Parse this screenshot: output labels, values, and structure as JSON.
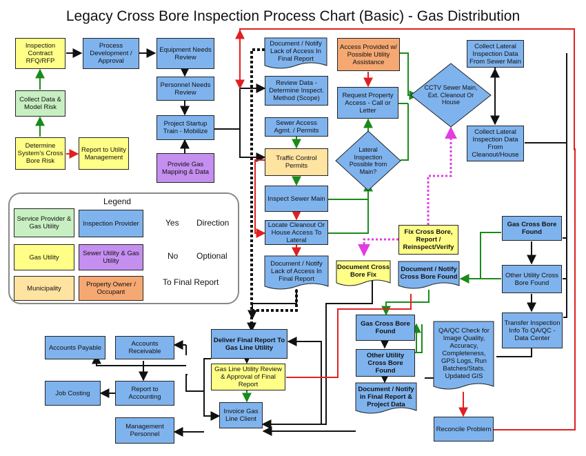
{
  "title": "Legacy Cross Bore Inspection Process Chart (Basic) - Gas Distribution",
  "nodes": {
    "inspection_contract": "Inspection Contract RFQ/RFP",
    "process_development": "Process Development / Approval",
    "equipment_needs": "Equipment Needs Review",
    "personnel_needs": "Personnel Needs Review",
    "project_startup": "Project Startup Train - Mobilize",
    "provide_gas_mapping": "Provide Gas Mapping & Data",
    "collect_data_model": "Collect Data & Model Risk",
    "determine_risk": "Determine System's Cross Bore Risk",
    "report_utility_mgmt": "Report to Utility Management",
    "doc_lack_access_top": "Document / Notify Lack of Access In Final Report",
    "access_provided": "Access Provided w/ Possible Utility Assistance",
    "review_data": "Review Data - Determine Inspect. Method (Scope)",
    "request_property": "Request Property Access - Call or Letter",
    "sewer_access": "Sewer Access Agmt. / Permits",
    "traffic_control": "Traffic Control Permits",
    "inspect_sewer": "Inspect Sewer Main",
    "locate_cleanout": "Locate Cleanout Or House Access To Lateral",
    "doc_lack_access_mid": "Document / Notify Lack of Access In Final Report",
    "lateral_decision": "Lateral Inspection Possible from Main?",
    "cctv_decision": "CCTV Sewer Main, Ext. Cleanout Or House",
    "collect_lateral_main": "Collect Lateral Inspection Data From Sewer Main",
    "collect_lateral_cleanout": "Collect Lateral Inspection Data From Cleanout/House",
    "gas_cross_bore_found_right": "Gas Cross Bore Found",
    "other_utility_right": "Other Utility Cross Bore Found",
    "transfer_inspection": "Transfer Inspection Info To QA/QC - Data Center",
    "fix_cross_bore": "Fix Cross Bore, Report / Reinspect/Verify",
    "document_fix": "Document Cross Bore Fix",
    "doc_notify_found": "Document / Notify Cross Bore Found",
    "gas_cross_bore_found_mid": "Gas Cross Bore Found",
    "other_utility_mid": "Other Utility Cross Bore Found",
    "doc_final_project": "Document / Notify in Final Report & Project Data",
    "qaqc": "QA/QC Check for Image Quality, Accuracy, Completeness, GPS Logs, Run Batches/Stats. Updated GIS",
    "reconcile_problem": "Reconcile Problem",
    "deliver_final_report": "Deliver Final Report To Gas Line Utility",
    "gas_line_review": "Gas Line Utility Review & Approval of Final Report",
    "invoice_client": "Invoice Gas Line Client",
    "accounts_payable": "Accounts Payable",
    "accounts_receivable": "Accounts Receivable",
    "job_costing": "Job Costing",
    "report_accounting": "Report to Accounting",
    "management_personnel": "Management Personnel"
  },
  "legend": {
    "title": "Legend",
    "service_provider": "Service Provider & Gas Utility",
    "inspection_provider": "Inspection Provider",
    "gas_utility": "Gas Utility",
    "sewer_gas_utility": "Sewer Utility & Gas Utility",
    "municipality": "Municipality",
    "property_owner": "Property Owner / Occupant",
    "yes": "Yes",
    "direction": "Direction",
    "no": "No",
    "optional": "Optional",
    "to_final_report": "To Final Report"
  },
  "colors": {
    "inspection_provider": "#7fb3ee",
    "gas_utility": "#ffff88",
    "service_provider": "#c8efc2",
    "sewer_gas_utility": "#c58ff0",
    "municipality": "#ffe3a0",
    "property_owner": "#f5a872",
    "yes_arrow": "#1a8a1a",
    "no_arrow": "#e02020",
    "optional_arrow": "#e23de2"
  }
}
